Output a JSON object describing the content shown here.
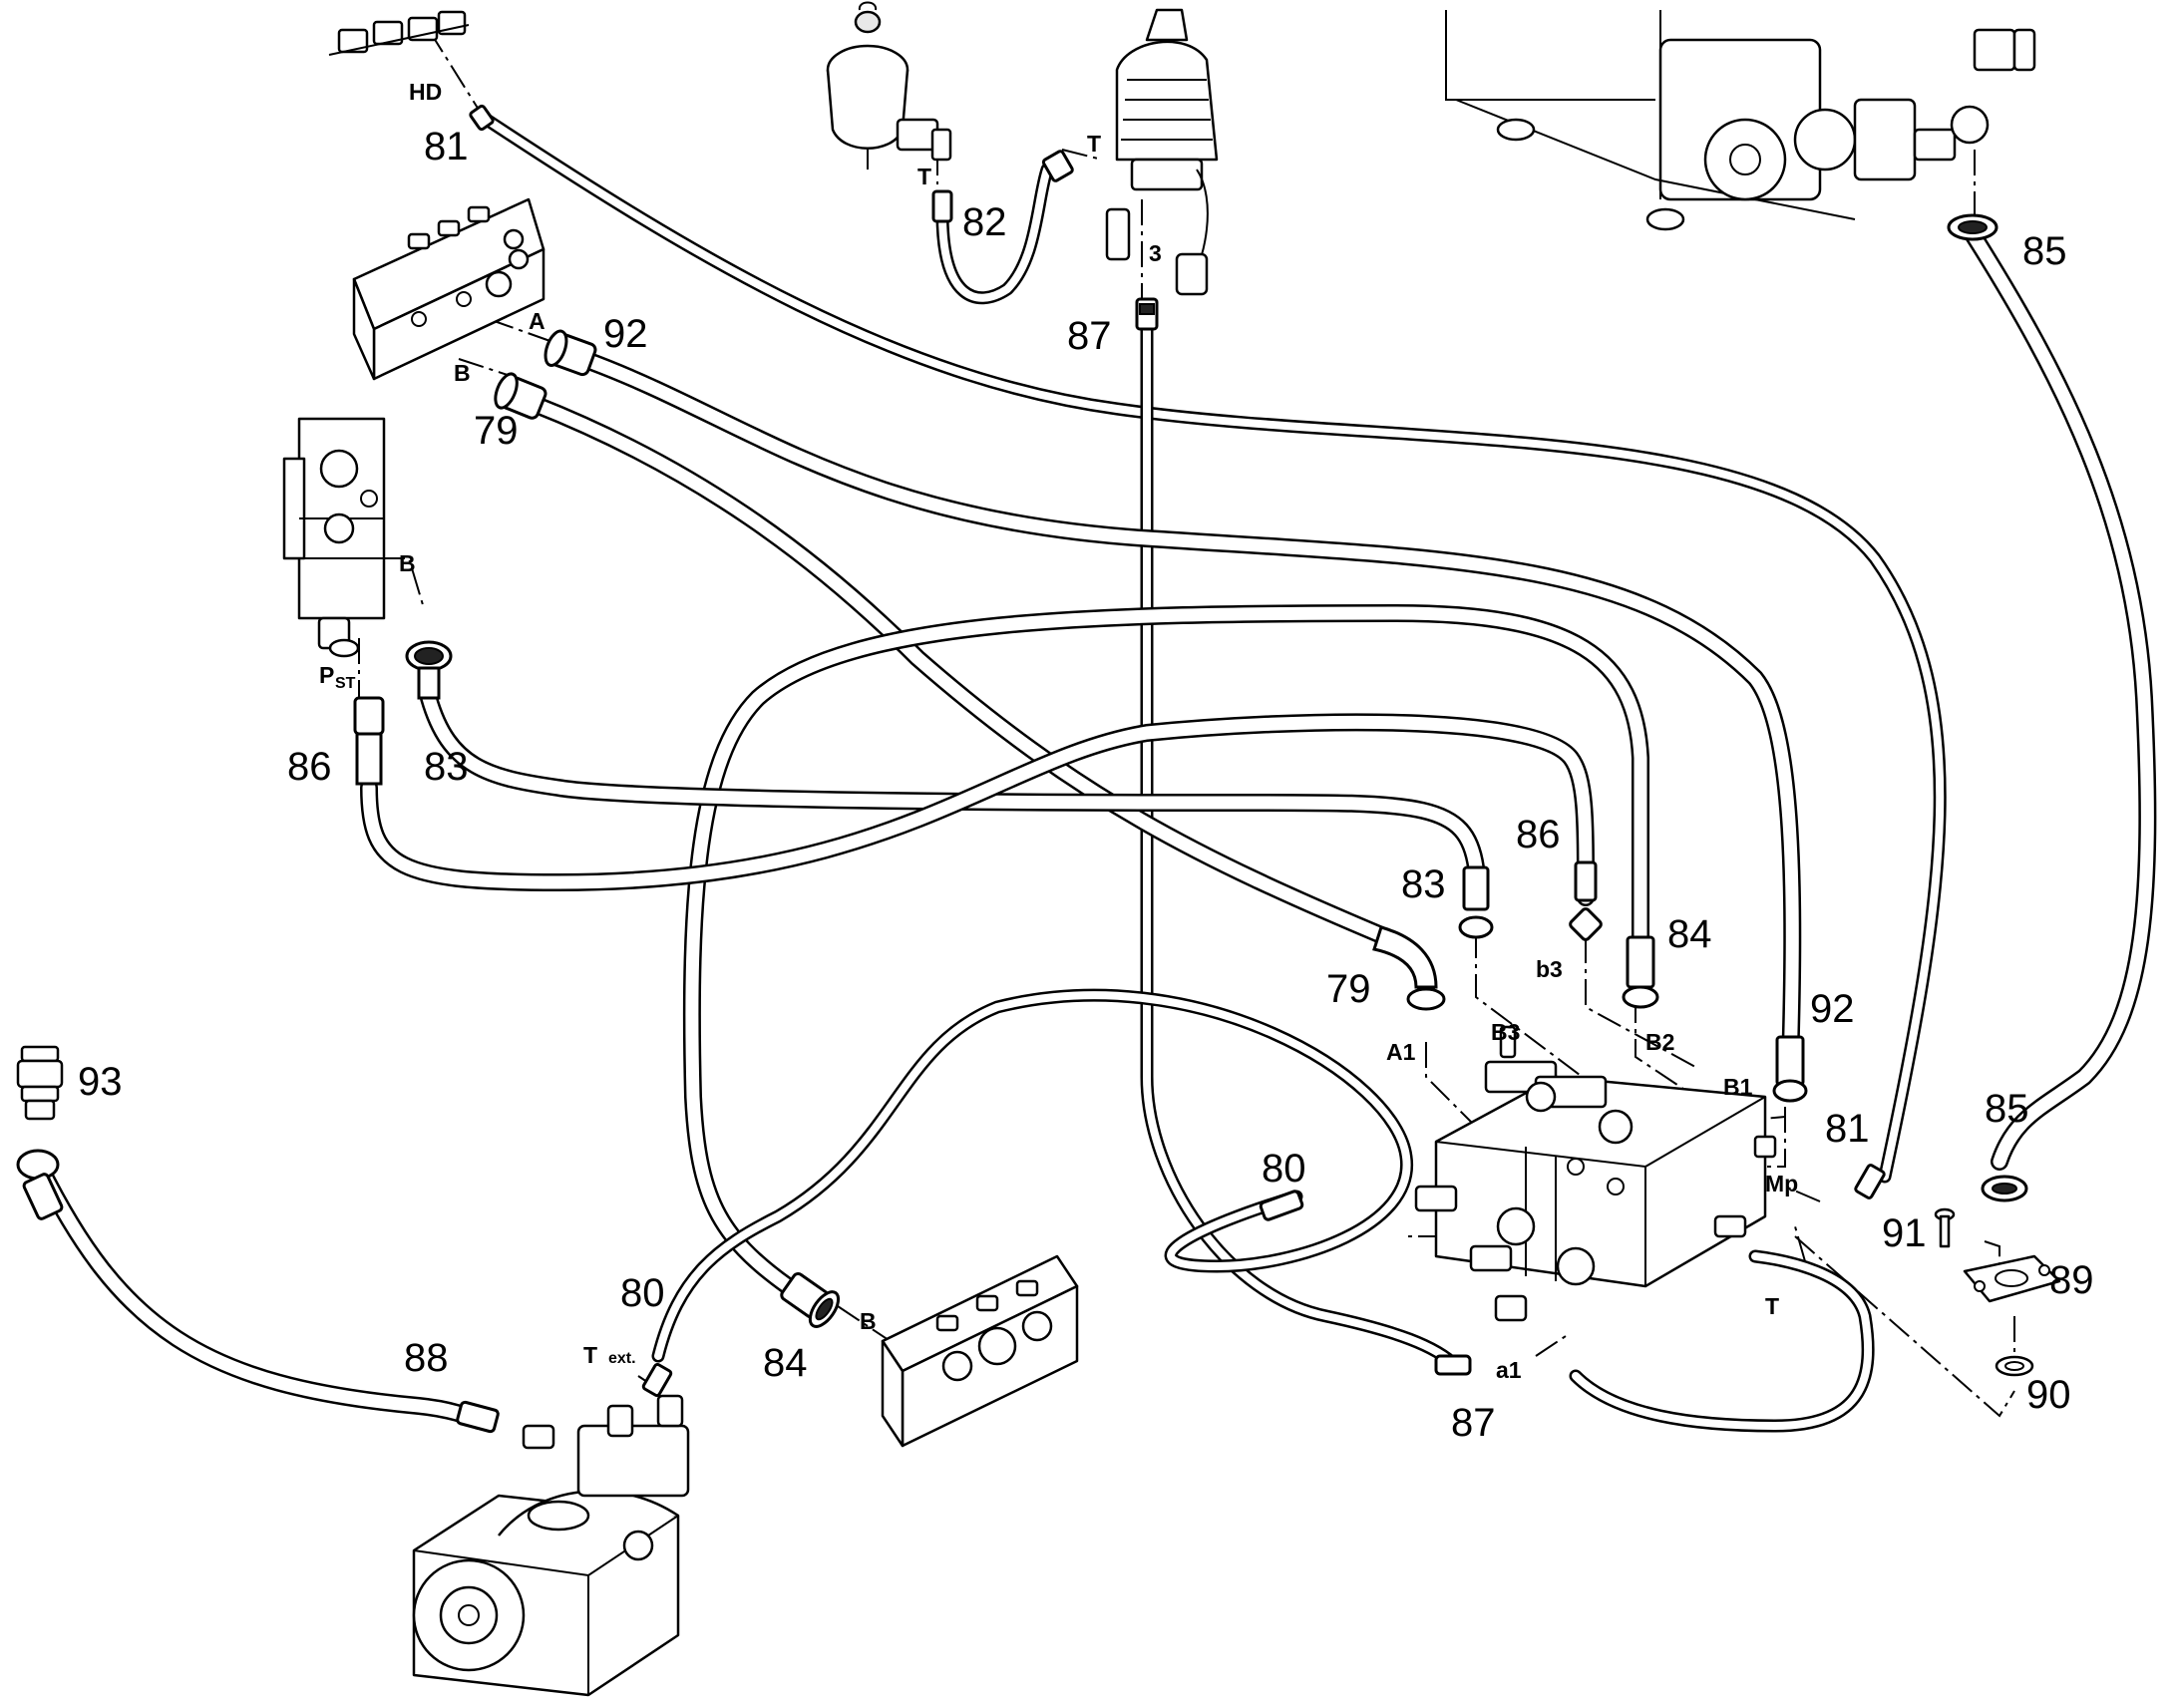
{
  "callouts": {
    "c79a": "79",
    "c79b": "79",
    "c80a": "80",
    "c80b": "80",
    "c81a": "81",
    "c81b": "81",
    "c82": "82",
    "c83a": "83",
    "c83b": "83",
    "c84a": "84",
    "c84b": "84",
    "c85a": "85",
    "c85b": "85",
    "c86a": "86",
    "c86b": "86",
    "c87a": "87",
    "c87b": "87",
    "c88": "88",
    "c89": "89",
    "c90": "90",
    "c91": "91",
    "c92a": "92",
    "c92b": "92",
    "c93": "93"
  },
  "ports": {
    "hd": "HD",
    "t_top_left": "T",
    "t_top_right": "T",
    "three": "3",
    "a_top": "A",
    "b_top": "B",
    "b_left_valve": "B",
    "pst_main": "P",
    "pst_sub": "ST",
    "b_bottom": "B",
    "t_ext_main": "T",
    "t_ext_sub": "ext.",
    "a1": "A1",
    "b3_upper": "B3",
    "b3_lower": "b3",
    "b2": "B2",
    "b1": "B1",
    "mp": "Mp",
    "t_valve": "T",
    "a1_lower": "a1"
  }
}
